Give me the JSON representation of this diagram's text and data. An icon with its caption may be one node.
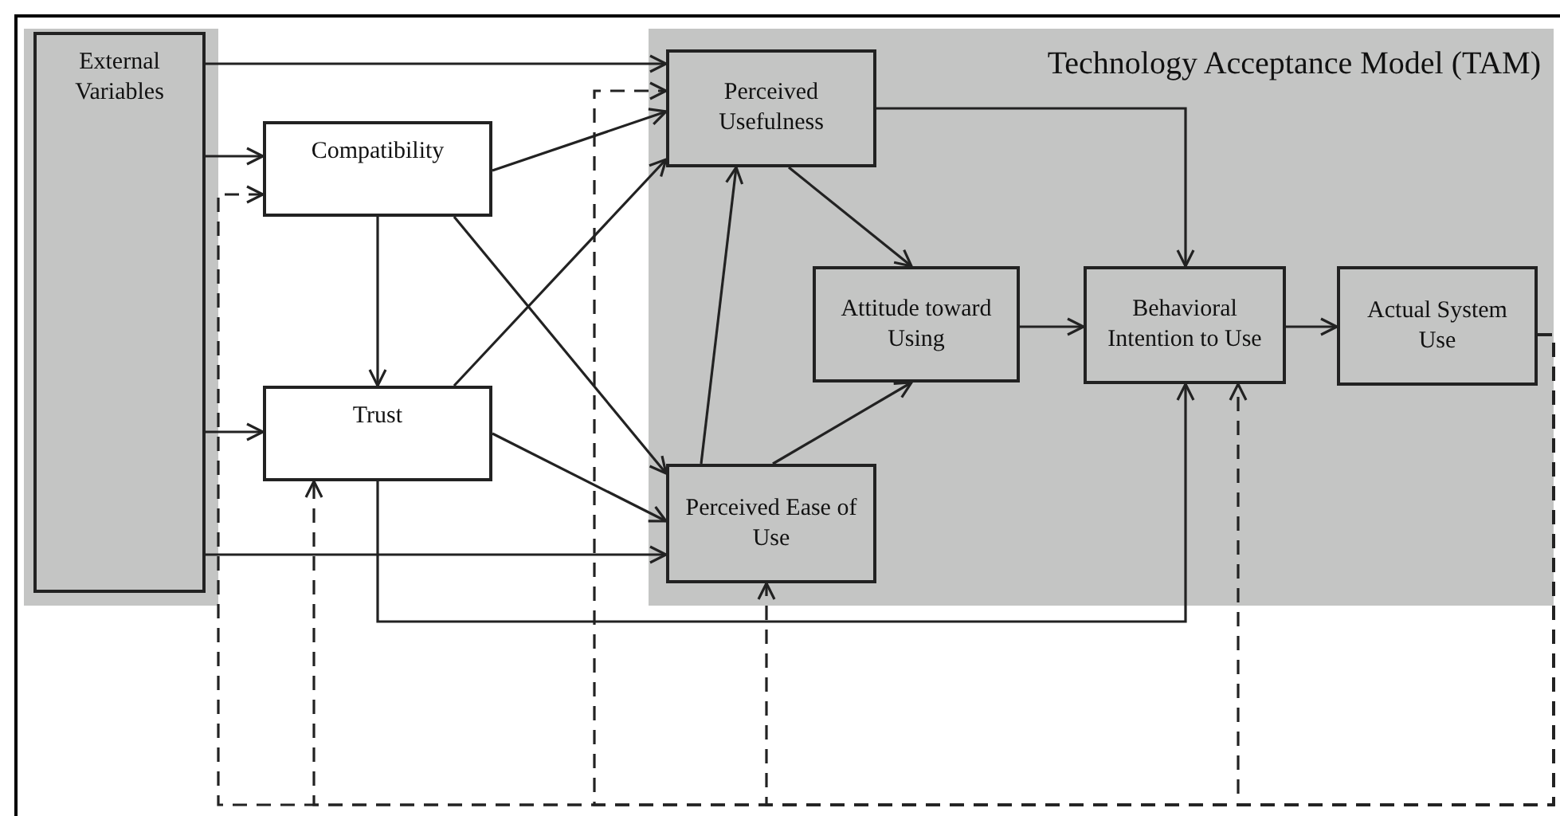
{
  "diagram": {
    "nodes": [
      {
        "text": [
          "Technology Acceptance Model (TAM)"
        ]
      },
      {
        "text": [
          "External Variables"
        ]
      },
      {
        "text": [
          "Compatibility"
        ]
      },
      {
        "text": [
          "Trust"
        ]
      },
      {
        "text": [
          "Perceived Usefulness"
        ],
        "in": 0
      },
      {
        "text": [
          "Perceived Ease of Use"
        ],
        "in": 0
      },
      {
        "text": [
          "Attitude toward Using"
        ],
        "in": 0
      },
      {
        "text": [
          "Behavioral Intention to Use"
        ],
        "in": 0
      },
      {
        "text": [
          "Actual System Use"
        ],
        "in": 0
      }
    ],
    "edges": [
      {
        "from": 1,
        "to": 4,
        "arrow": "to"
      },
      {
        "from": 1,
        "to": 2,
        "arrow": "to"
      },
      {
        "from": 1,
        "to": 3,
        "arrow": "to"
      },
      {
        "from": 1,
        "to": 5,
        "arrow": "to"
      },
      {
        "from": 2,
        "to": 4,
        "arrow": "to"
      },
      {
        "from": 2,
        "to": 3,
        "arrow": "to"
      },
      {
        "from": 2,
        "to": 5,
        "arrow": "to"
      },
      {
        "from": 3,
        "to": 4,
        "arrow": "to"
      },
      {
        "from": 3,
        "to": 5,
        "arrow": "to"
      },
      {
        "from": 3,
        "to": 7,
        "arrow": "to"
      },
      {
        "from": 5,
        "to": 4,
        "arrow": "to"
      },
      {
        "from": 4,
        "to": 6,
        "arrow": "to"
      },
      {
        "from": 4,
        "to": 7,
        "arrow": "to"
      },
      {
        "from": 5,
        "to": 6,
        "arrow": "to"
      },
      {
        "from": 6,
        "to": 7,
        "arrow": "to"
      },
      {
        "from": 7,
        "to": 8,
        "arrow": "to"
      },
      {
        "from": 8,
        "to": 2,
        "arrow": "to",
        "style": "dashed"
      },
      {
        "from": 8,
        "to": 3,
        "arrow": "to",
        "style": "dashed"
      },
      {
        "from": 8,
        "to": 4,
        "arrow": "to",
        "style": "dashed"
      },
      {
        "from": 8,
        "to": 5,
        "arrow": "to",
        "style": "dashed"
      },
      {
        "from": 8,
        "to": 7,
        "arrow": "to",
        "style": "dashed"
      }
    ]
  }
}
